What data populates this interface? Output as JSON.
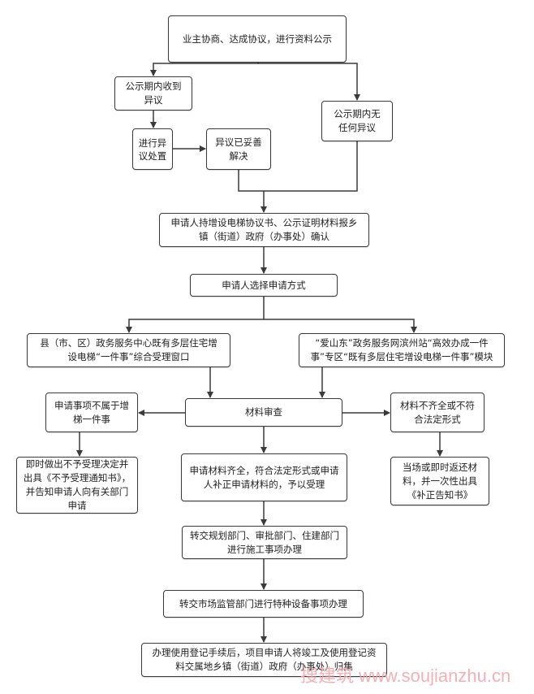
{
  "diagram": {
    "type": "flowchart",
    "nodes": {
      "start": "业主协商、达成协议，进行资料公示",
      "objection_received": "公示期内收到异议",
      "objection_handling": "进行异议处置",
      "objection_resolved": "异议已妥善解决",
      "no_objection": "公示期内无任何异议",
      "report_confirm": "申请人持增设电梯协议书、公示证明材料报乡镇（街道）政府（办事处）确认",
      "choose_method": "申请人选择申请方式",
      "offline_window": "县（市、区）政务服务中心既有多层住宅增设电梯“一件事”综合受理窗口",
      "online_module": "“爱山东”政务服务网滨州站“高效办成一件事”专区“既有多层住宅增设电梯一件事”模块",
      "material_review": "材料审查",
      "not_applicable": "申请事项不属于增梯一件事",
      "reject_notice": "即时做出不予受理决定并出具《不予受理通知书》，并告知申请人向有关部门申请",
      "accept": "申请材料齐全，符合法定形式或申请人补正申请材料的，予以受理",
      "incomplete": "材料不齐全或不符合法定形式",
      "return_materials": "当场或即时返还材料，并一次性出具《补正告知书》",
      "transfer_construction": "转交规划部门、审批部门、住建部门进行施工事项办理",
      "transfer_market": "转交市场监管部门进行特种设备事项办理",
      "archive": "办理使用登记手续后，项目申请人将竣工及使用登记资料交属地乡镇（街道）政府（办事处）归集"
    },
    "edges": [
      [
        "start",
        "objection_received"
      ],
      [
        "start",
        "no_objection"
      ],
      [
        "objection_received",
        "objection_handling"
      ],
      [
        "objection_handling",
        "objection_resolved"
      ],
      [
        "objection_resolved",
        "report_confirm"
      ],
      [
        "no_objection",
        "report_confirm"
      ],
      [
        "report_confirm",
        "choose_method"
      ],
      [
        "choose_method",
        "offline_window"
      ],
      [
        "choose_method",
        "online_module"
      ],
      [
        "offline_window",
        "material_review"
      ],
      [
        "online_module",
        "material_review"
      ],
      [
        "material_review",
        "not_applicable"
      ],
      [
        "material_review",
        "accept"
      ],
      [
        "material_review",
        "incomplete"
      ],
      [
        "not_applicable",
        "reject_notice"
      ],
      [
        "incomplete",
        "return_materials"
      ],
      [
        "accept",
        "transfer_construction"
      ],
      [
        "transfer_construction",
        "transfer_market"
      ],
      [
        "transfer_market",
        "archive"
      ]
    ]
  },
  "watermark": "搜建筑 www.soujianzhu.cn",
  "colors": {
    "stroke": "#3a3a3a",
    "watermark": "#f2a9b0"
  }
}
